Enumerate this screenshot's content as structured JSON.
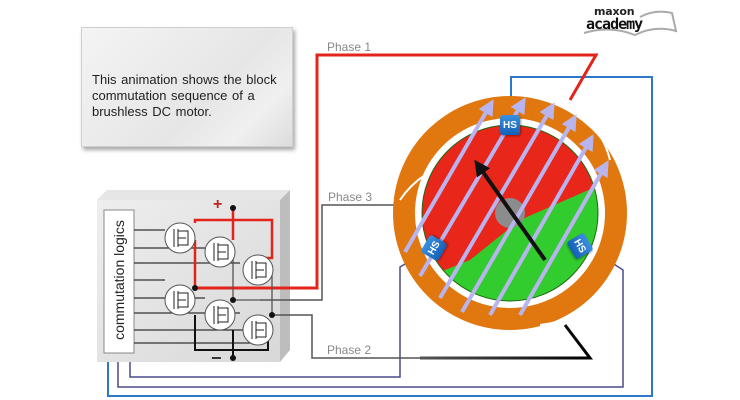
{
  "logo": {
    "line1": "maxon",
    "line2": "academy"
  },
  "info_box": {
    "text": "This animation shows the block commutation sequence of a  brushless DC motor."
  },
  "phases": {
    "phase1": "Phase 1",
    "phase2": "Phase 2",
    "phase3": "Phase 3"
  },
  "commutation": {
    "label": "commutation logics",
    "plus": "+",
    "minus": "−"
  },
  "sensors": {
    "hs_top": "HS",
    "hs_left": "HS",
    "hs_right": "HS"
  },
  "colors": {
    "phase1_wire": "#e3241b",
    "phase_wire_gray": "#555555",
    "phase2_wire": "#111111",
    "sensor_wire_blue": "#2f78c8",
    "sensor_wire_purple": "#4a4a8c",
    "stator": "#e0780f",
    "rotor_north": "#e8261a",
    "rotor_south": "#33cc2e",
    "field_lines": "#b8b4f0",
    "hall_sensor": "#1f6fcb"
  }
}
